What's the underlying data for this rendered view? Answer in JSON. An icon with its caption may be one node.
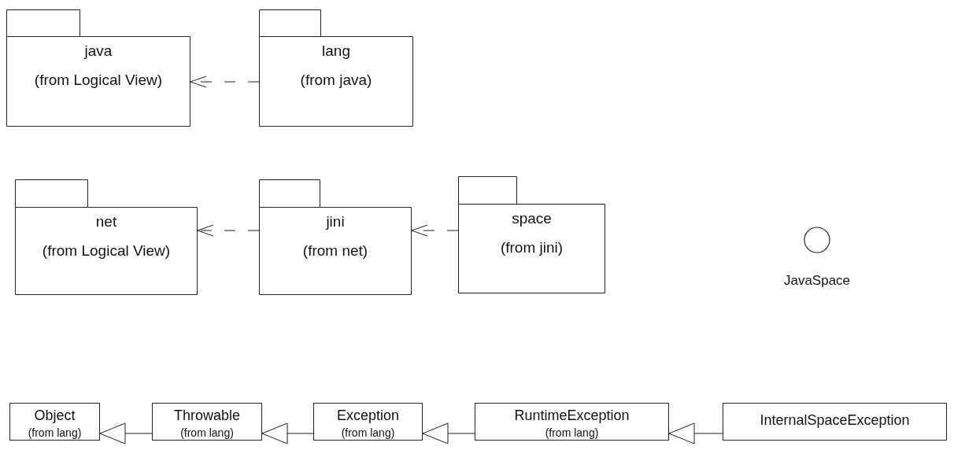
{
  "diagram": {
    "nodes": [
      {
        "text": [
          "java",
          "(from Logical View)"
        ]
      },
      {
        "text": [
          "lang",
          "(from java)"
        ]
      },
      {
        "text": [
          "net",
          "(from Logical View)"
        ]
      },
      {
        "text": [
          "jini",
          "(from net)"
        ]
      },
      {
        "text": [
          "space",
          "(from jini)"
        ]
      },
      {
        "text": [],
        "shape": "circle",
        "beside": [
          "JavaSpace"
        ]
      },
      {
        "text": [
          "Object",
          "(from lang)"
        ]
      },
      {
        "text": [
          "Throwable",
          "(from lang)"
        ]
      },
      {
        "text": [
          "Exception",
          "(from lang)"
        ]
      },
      {
        "text": [
          "RuntimeException",
          "(from lang)"
        ]
      },
      {
        "text": [
          "InternalSpaceException"
        ]
      }
    ],
    "edges": [
      {
        "from": 1,
        "to": 0,
        "arrow": "to",
        "style": "dashed"
      },
      {
        "from": 3,
        "to": 2,
        "arrow": "to",
        "style": "dashed"
      },
      {
        "from": 4,
        "to": 3,
        "arrow": "to",
        "style": "dashed"
      },
      {
        "from": 7,
        "to": 6,
        "arrow": "to"
      },
      {
        "from": 8,
        "to": 7,
        "arrow": "to"
      },
      {
        "from": 9,
        "to": 8,
        "arrow": "to"
      },
      {
        "from": 10,
        "to": 9,
        "arrow": "to"
      }
    ]
  }
}
